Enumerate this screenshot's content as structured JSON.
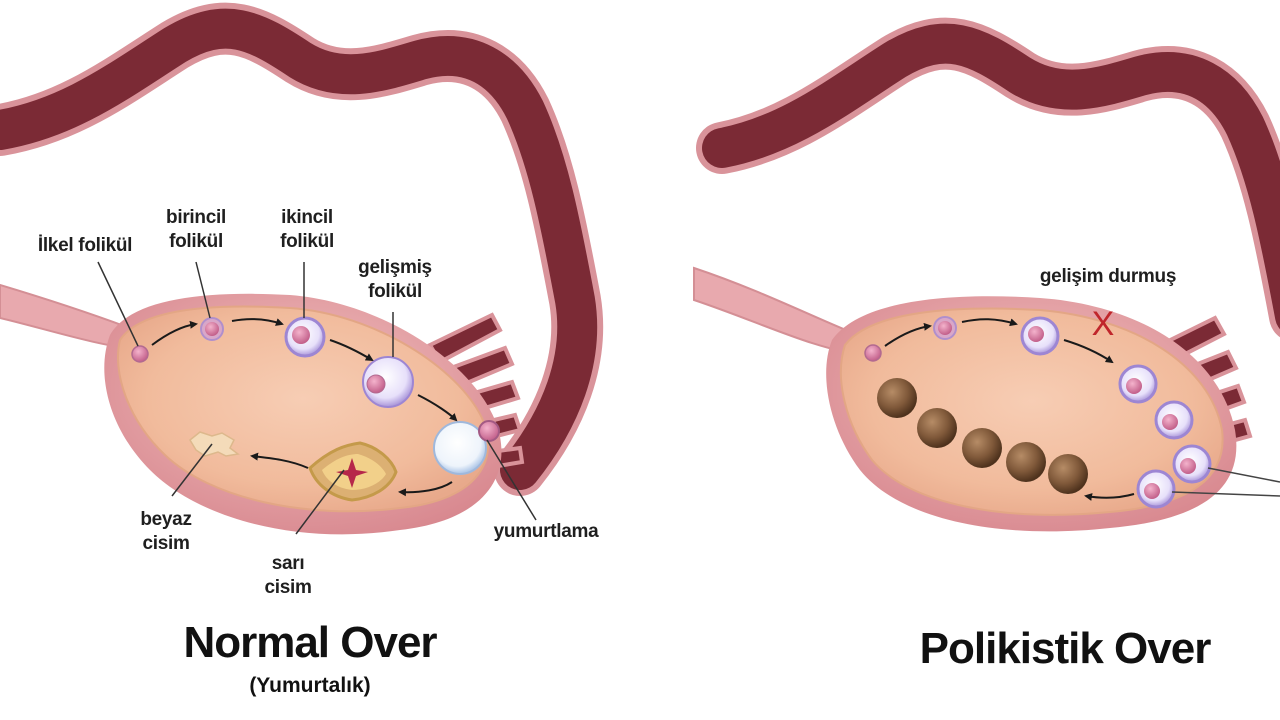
{
  "left_panel": {
    "title": "Normal Over",
    "subtitle": "(Yumurtalık)",
    "labels": {
      "ilkel": "İlkel folikül",
      "birincil_1": "birincil",
      "birincil_2": "folikül",
      "ikincil_1": "ikincil",
      "ikincil_2": "folikül",
      "gelismis_1": "gelişmiş",
      "gelismis_2": "folikül",
      "yumurtlama": "yumurtlama",
      "beyaz_1": "beyaz",
      "beyaz_2": "cisim",
      "sari_1": "sarı",
      "sari_2": "cisim"
    }
  },
  "right_panel": {
    "title": "Polikistik Over",
    "labels": {
      "gelisim_durmus": "gelişim durmuş",
      "stop_mark": "X"
    }
  },
  "colors": {
    "tube_dark": "#7b2a35",
    "tube_light": "#d28a91",
    "ovary_fill": "#f1bfa1",
    "ovary_rim": "#dd9a98",
    "follicle_ring": "#b7a6e0",
    "follicle_core": "#d77a9f",
    "cyst_brown": "#7d5a3c",
    "stop_red": "#c0262b"
  }
}
